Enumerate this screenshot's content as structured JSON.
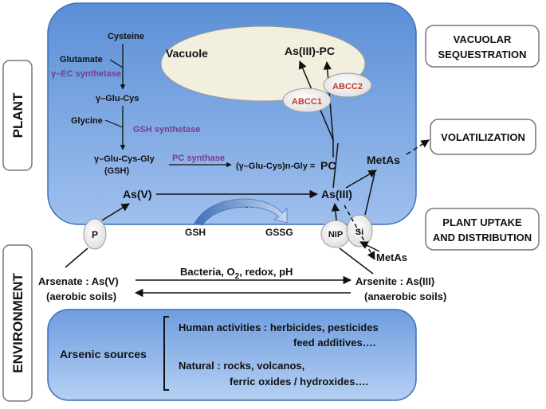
{
  "side_labels": {
    "plant": "PLANT",
    "environment": "ENVIRONMENT"
  },
  "right_labels": {
    "vacuolar_line1": "VACUOLAR",
    "vacuolar_line2": "SEQUESTRATION",
    "volatilization": "VOLATILIZATION",
    "uptake_line1": "PLANT UPTAKE",
    "uptake_line2": "AND DISTRIBUTION"
  },
  "vacuole": {
    "label": "Vacuole",
    "complex": "As(III)-PC",
    "abcc1": "ABCC1",
    "abcc2": "ABCC2"
  },
  "pathway": {
    "cysteine": "Cysteine",
    "glutamate": "Glutamate",
    "ec_synthetase": "γ–EC synthetase",
    "glu_cys": "γ–Glu-Cys",
    "glycine": "Glycine",
    "gsh_synthetase": "GSH synthetase",
    "glu_cys_gly": "γ–Glu-Cys-Gly",
    "gsh_abbrev": "(GSH)",
    "pc_synthase": "PC synthase",
    "pc_chain": "(γ–Glu-Cys)n-Gly =",
    "pc": "PC"
  },
  "species": {
    "as_v": "As(V)",
    "as_iii": "As(III)",
    "metas_upper": "MetAs",
    "metas_lower": "MetAs"
  },
  "reduction": {
    "ar": "AR",
    "gsh": "GSH",
    "gssg": "GSSG"
  },
  "transporters": {
    "p": "P",
    "nip": "NIP",
    "si": "Si"
  },
  "environment": {
    "conditions_prefix": "Bacteria, O",
    "conditions_sub": "2",
    "conditions_suffix": ", redox, pH",
    "arsenate": "Arsenate : As(V)",
    "arsenate_soil": "(aerobic soils)",
    "arsenite": "Arsenite : As(III)",
    "arsenite_soil": "(anaerobic soils)"
  },
  "sources": {
    "title": "Arsenic sources",
    "human_line1": "Human activities : herbicides, pesticides",
    "human_line2": "feed additives….",
    "natural_line1": "Natural : rocks, volcanos,",
    "natural_line2": "ferric oxides / hydroxides…."
  },
  "colors": {
    "plant_fill_top": "#5b8fd6",
    "plant_fill_bottom": "#a9c7ef",
    "vacuole_fill": "#f3efdf",
    "enzyme_text": "#7a3b8f",
    "abcc_text": "#c0392b",
    "box_border": "#555555",
    "text": "#111111"
  }
}
